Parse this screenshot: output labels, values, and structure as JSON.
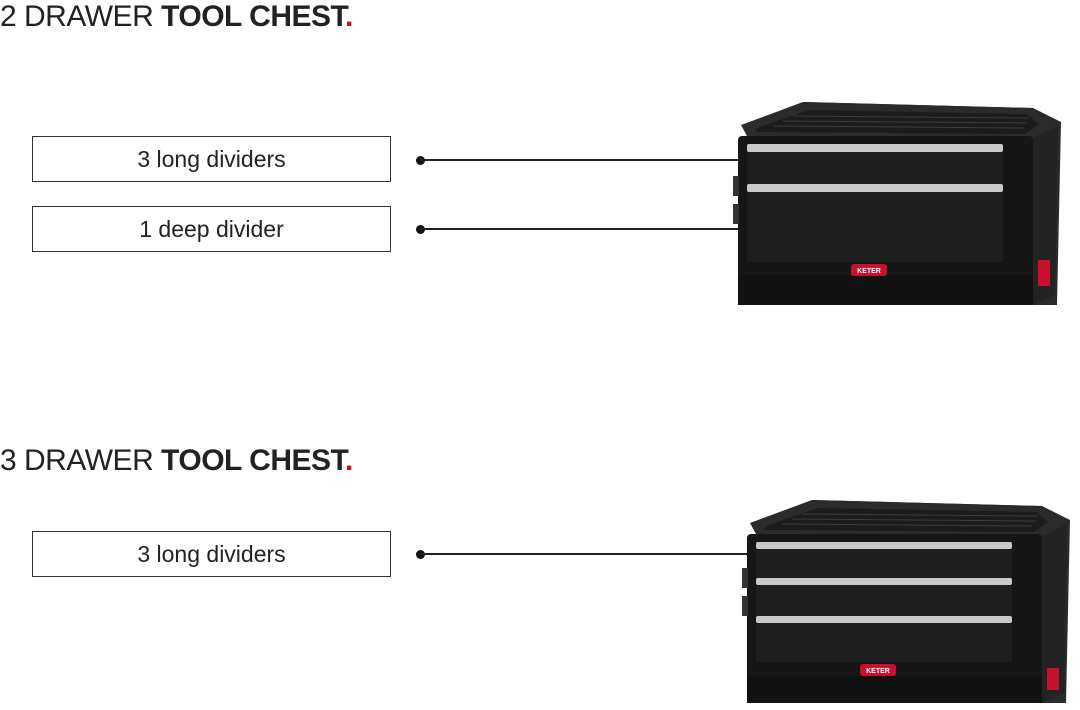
{
  "sections": [
    {
      "heading_prefix": "2 DRAWER ",
      "heading_bold": "TOOL CHEST",
      "heading_dot": ".",
      "callouts": [
        {
          "label": "3 long dividers"
        },
        {
          "label": "1 deep divider"
        }
      ],
      "product_logo": "KETER",
      "drawers": 2
    },
    {
      "heading_prefix": "3 DRAWER ",
      "heading_bold": "TOOL CHEST",
      "heading_dot": ".",
      "callouts": [
        {
          "label": "3 long dividers"
        }
      ],
      "product_logo": "KETER",
      "drawers": 3
    }
  ],
  "colors": {
    "accent_red": "#c8102e",
    "chest_body": "#1a1a1a",
    "drawer_handle": "#c9c9c9"
  }
}
